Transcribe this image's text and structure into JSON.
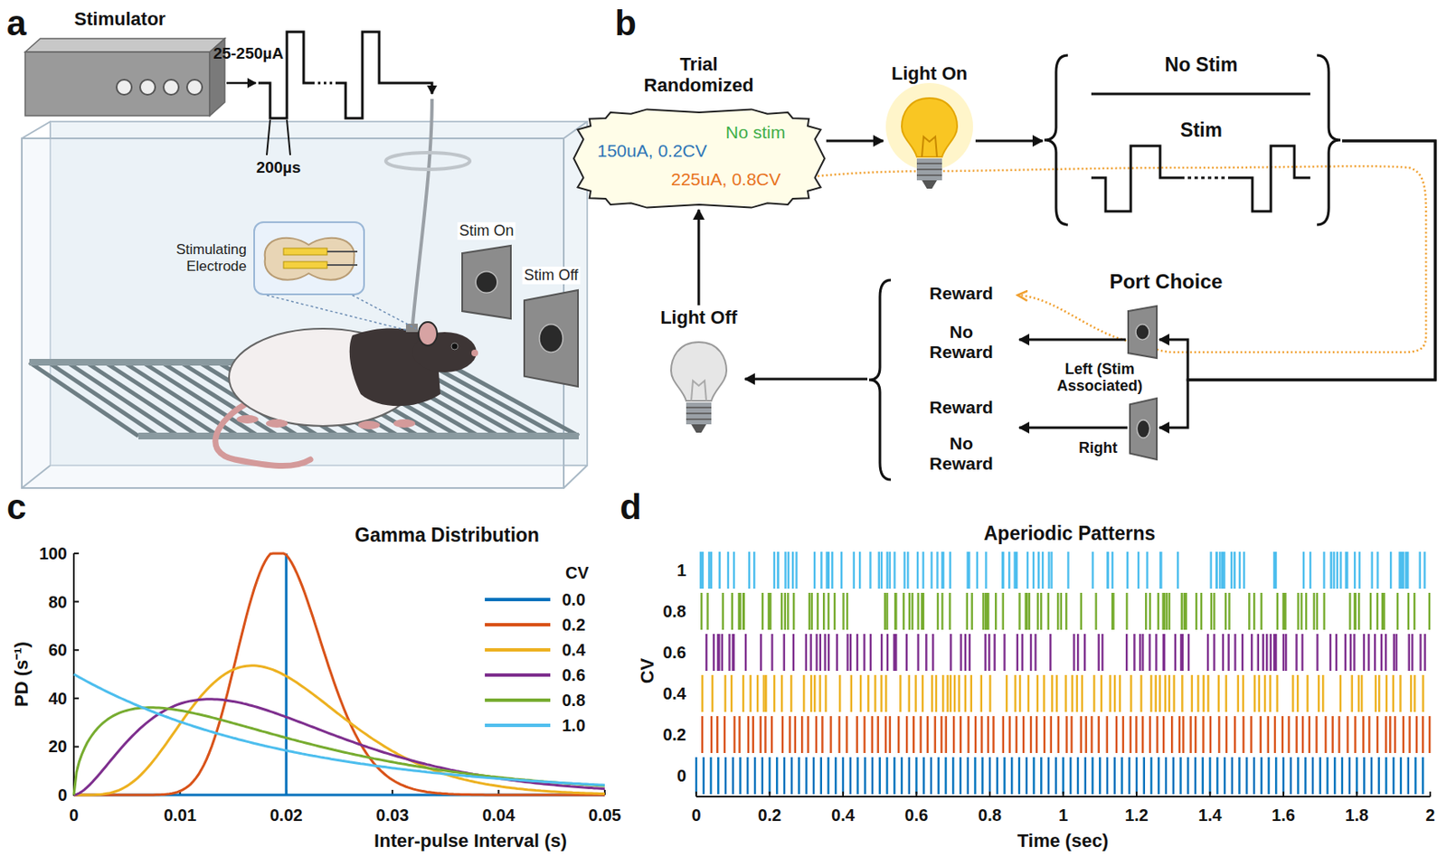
{
  "diagram": {
    "nodes": [
      {
        "text": [
          "Stimulator"
        ]
      },
      {
        "text": [
          "Stimulating Electrode"
        ]
      },
      {
        "text": [
          "Stim On"
        ]
      },
      {
        "text": [
          "Stim Off"
        ]
      },
      {
        "text": [
          "Trial Randomized",
          "150uA, 0.2CV",
          "No stim",
          "225uA, 0.8CV"
        ]
      },
      {
        "text": [
          "Light On"
        ]
      },
      {
        "text": [
          "No Stim",
          "Stim"
        ]
      },
      {
        "text": [
          "Left (Stim Associated)"
        ]
      },
      {
        "text": [
          "Right"
        ]
      },
      {
        "text": [
          "Reward",
          "No Reward",
          "Reward",
          "No Reward"
        ]
      },
      {
        "text": [
          "Light Off"
        ]
      }
    ],
    "edges": [
      {
        "from": 4,
        "to": 5,
        "arrow": "to"
      },
      {
        "from": 5,
        "to": 6,
        "arrow": "to"
      },
      {
        "from": 6,
        "to": 7,
        "arrow": "to"
      },
      {
        "from": 6,
        "to": 8,
        "arrow": "to"
      },
      {
        "from": 7,
        "to": 9,
        "arrow": "to"
      },
      {
        "from": 8,
        "to": 9,
        "arrow": "to"
      },
      {
        "from": 9,
        "to": 10,
        "arrow": "to"
      },
      {
        "from": 10,
        "to": 4,
        "arrow": "to"
      }
    ],
    "labels": [
      "a",
      "25-250µA",
      "200µs",
      "b",
      "Port Choice",
      "c",
      "Gamma Distribution",
      "CV",
      "100",
      "80",
      "60",
      "40",
      "20",
      "0",
      "0",
      "0.01",
      "0.02",
      "0.03",
      "0.04",
      "0.05",
      "Inter-pulse Interval (s)",
      "PD (s⁻¹)",
      "d",
      "Aperiodic Patterns",
      "1",
      "0.8",
      "0.6",
      "0.4",
      "0.2",
      "0",
      "CV",
      "0",
      "0.2",
      "0.4",
      "0.6",
      "0.8",
      "1",
      "1.2",
      "1.4",
      "1.6",
      "1.8",
      "2",
      "Time (sec)"
    ],
    "legend": [
      {
        "text": "0.0",
        "color": "#0072BD"
      },
      {
        "text": "0.2",
        "color": "#D95319"
      },
      {
        "text": "0.4",
        "color": "#EDB120"
      },
      {
        "text": "0.6",
        "color": "#7E2F8E"
      },
      {
        "text": "0.8",
        "color": "#77AC30"
      },
      {
        "text": "1.0",
        "color": "#4DBEEE"
      }
    ]
  }
}
